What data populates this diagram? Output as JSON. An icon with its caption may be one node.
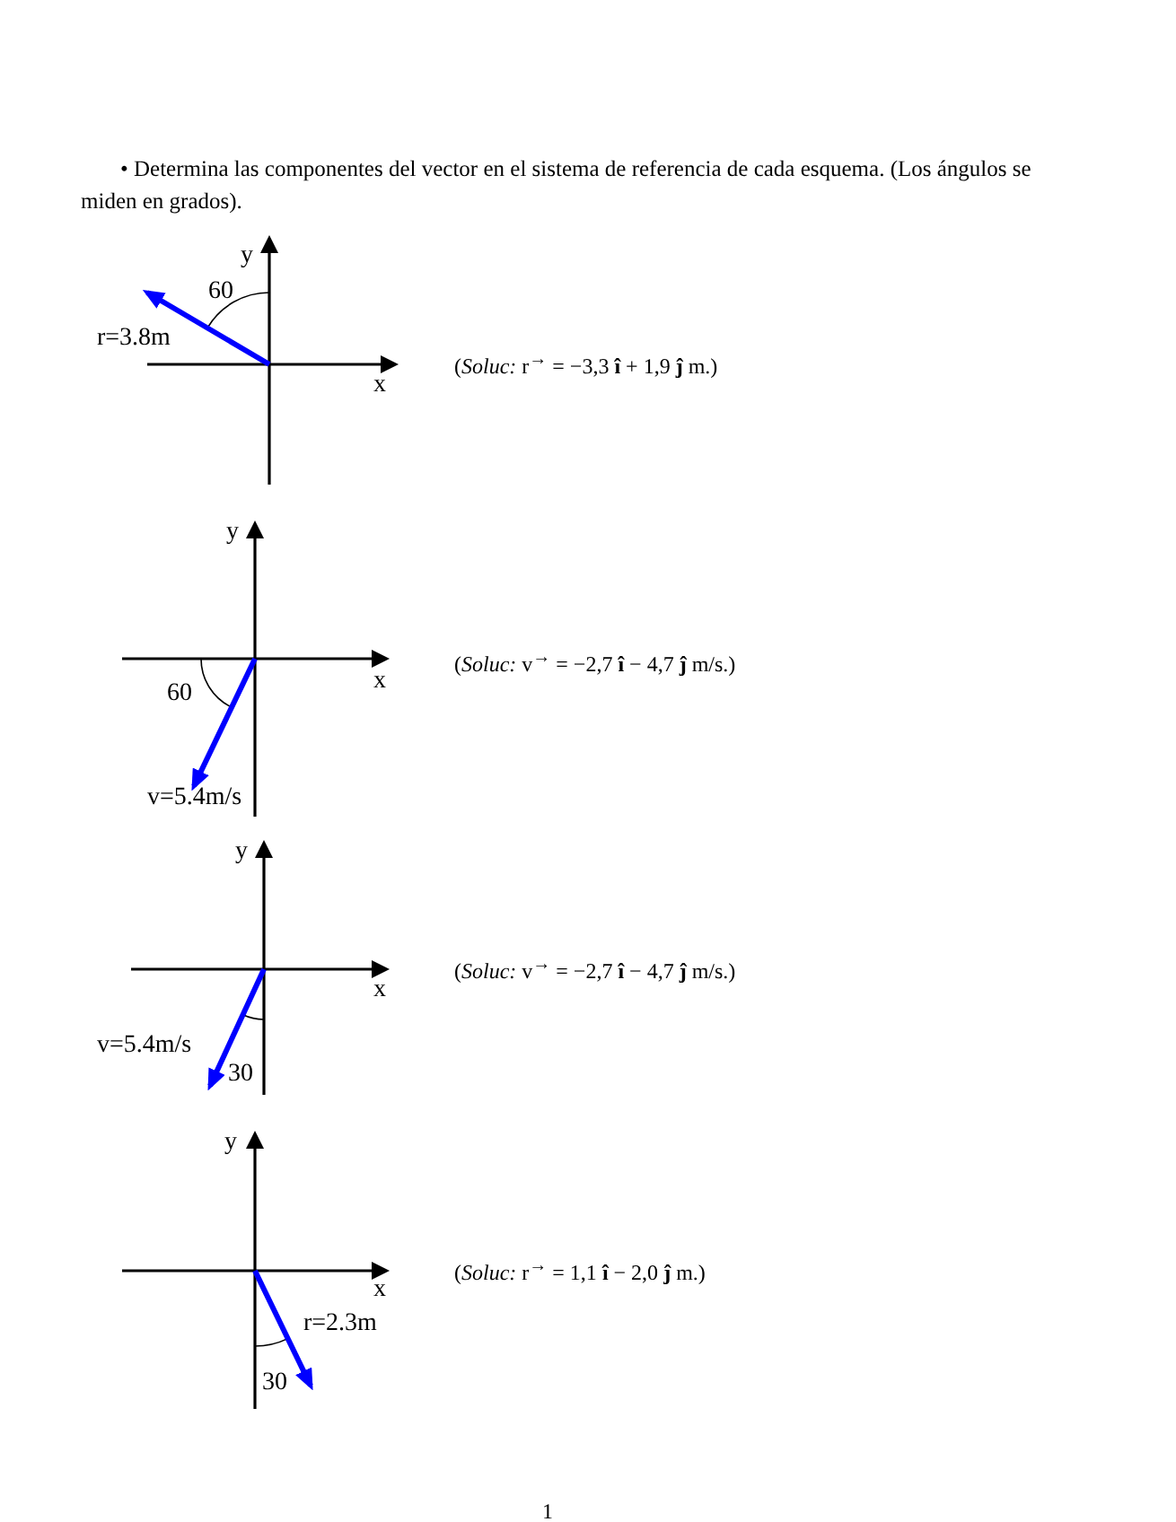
{
  "diagram": {
    "title": "• Determina las componentes del vector en el sistema de referencia de cada esquema. (Los ángulos se miden en grados).",
    "labels": [
      "y",
      "60",
      "r=3.8m",
      "x",
      "(*Soluc:* r$^{→}$ = −3,3 **î** + 1,9 **ĵ** m.)",
      "y",
      "x",
      "60",
      "v=5.4m/s",
      "(*Soluc:* v$^{→}$ = −2,7 **î** − 4,7 **ĵ** m/s.)",
      "y",
      "x",
      "v=5.4m/s",
      "30",
      "(*Soluc:* v$^{→}$ = −2,7 **î** − 4,7 **ĵ** m/s.)",
      "y",
      "x",
      "r=2.3m",
      "30",
      "(*Soluc:* r$^{→}$ = 1,1 **î** − 2,0 **ĵ** m.)",
      "1"
    ]
  }
}
